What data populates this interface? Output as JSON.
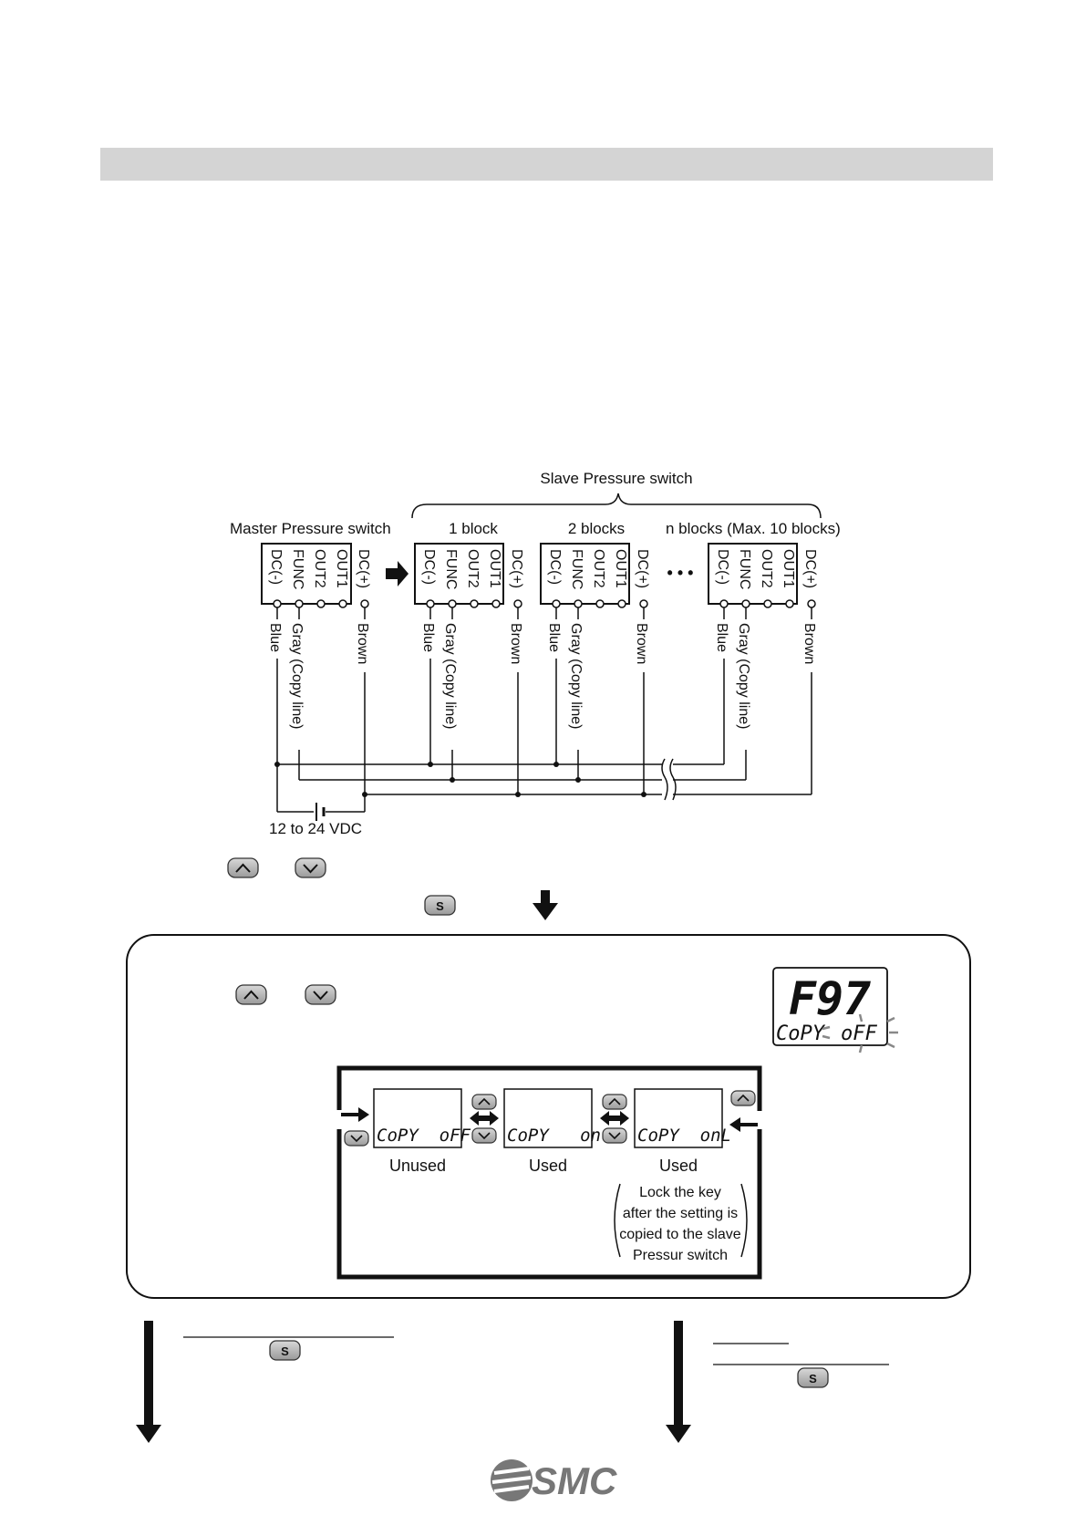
{
  "wiring": {
    "slave_label": "Slave Pressure switch",
    "master_label": "Master Pressure switch",
    "block_labels": [
      "1 block",
      "2 blocks",
      "n blocks (Max. 10 blocks)"
    ],
    "pins": [
      "DC(-)",
      "FUNC",
      "OUT2",
      "OUT1",
      "DC(+)"
    ],
    "wire_blue": "Blue",
    "wire_gray": "Gray (Copy line)",
    "wire_brown": "Brown",
    "supply": "12 to 24 VDC",
    "ellipsis": "• • •"
  },
  "display": {
    "code": "F97",
    "sub_left": "CoPY",
    "sub_right": "oFF"
  },
  "options": [
    {
      "lcd": "CoPY  oFF",
      "label": "Unused"
    },
    {
      "lcd": "CoPY   on",
      "label": "Used"
    },
    {
      "lcd": "CoPY  onL",
      "label": "Used"
    }
  ],
  "note": [
    "Lock the key",
    "after the setting is",
    "copied to the slave",
    "Pressur switch"
  ],
  "keys": {
    "set": "S"
  },
  "logo": "SMC"
}
